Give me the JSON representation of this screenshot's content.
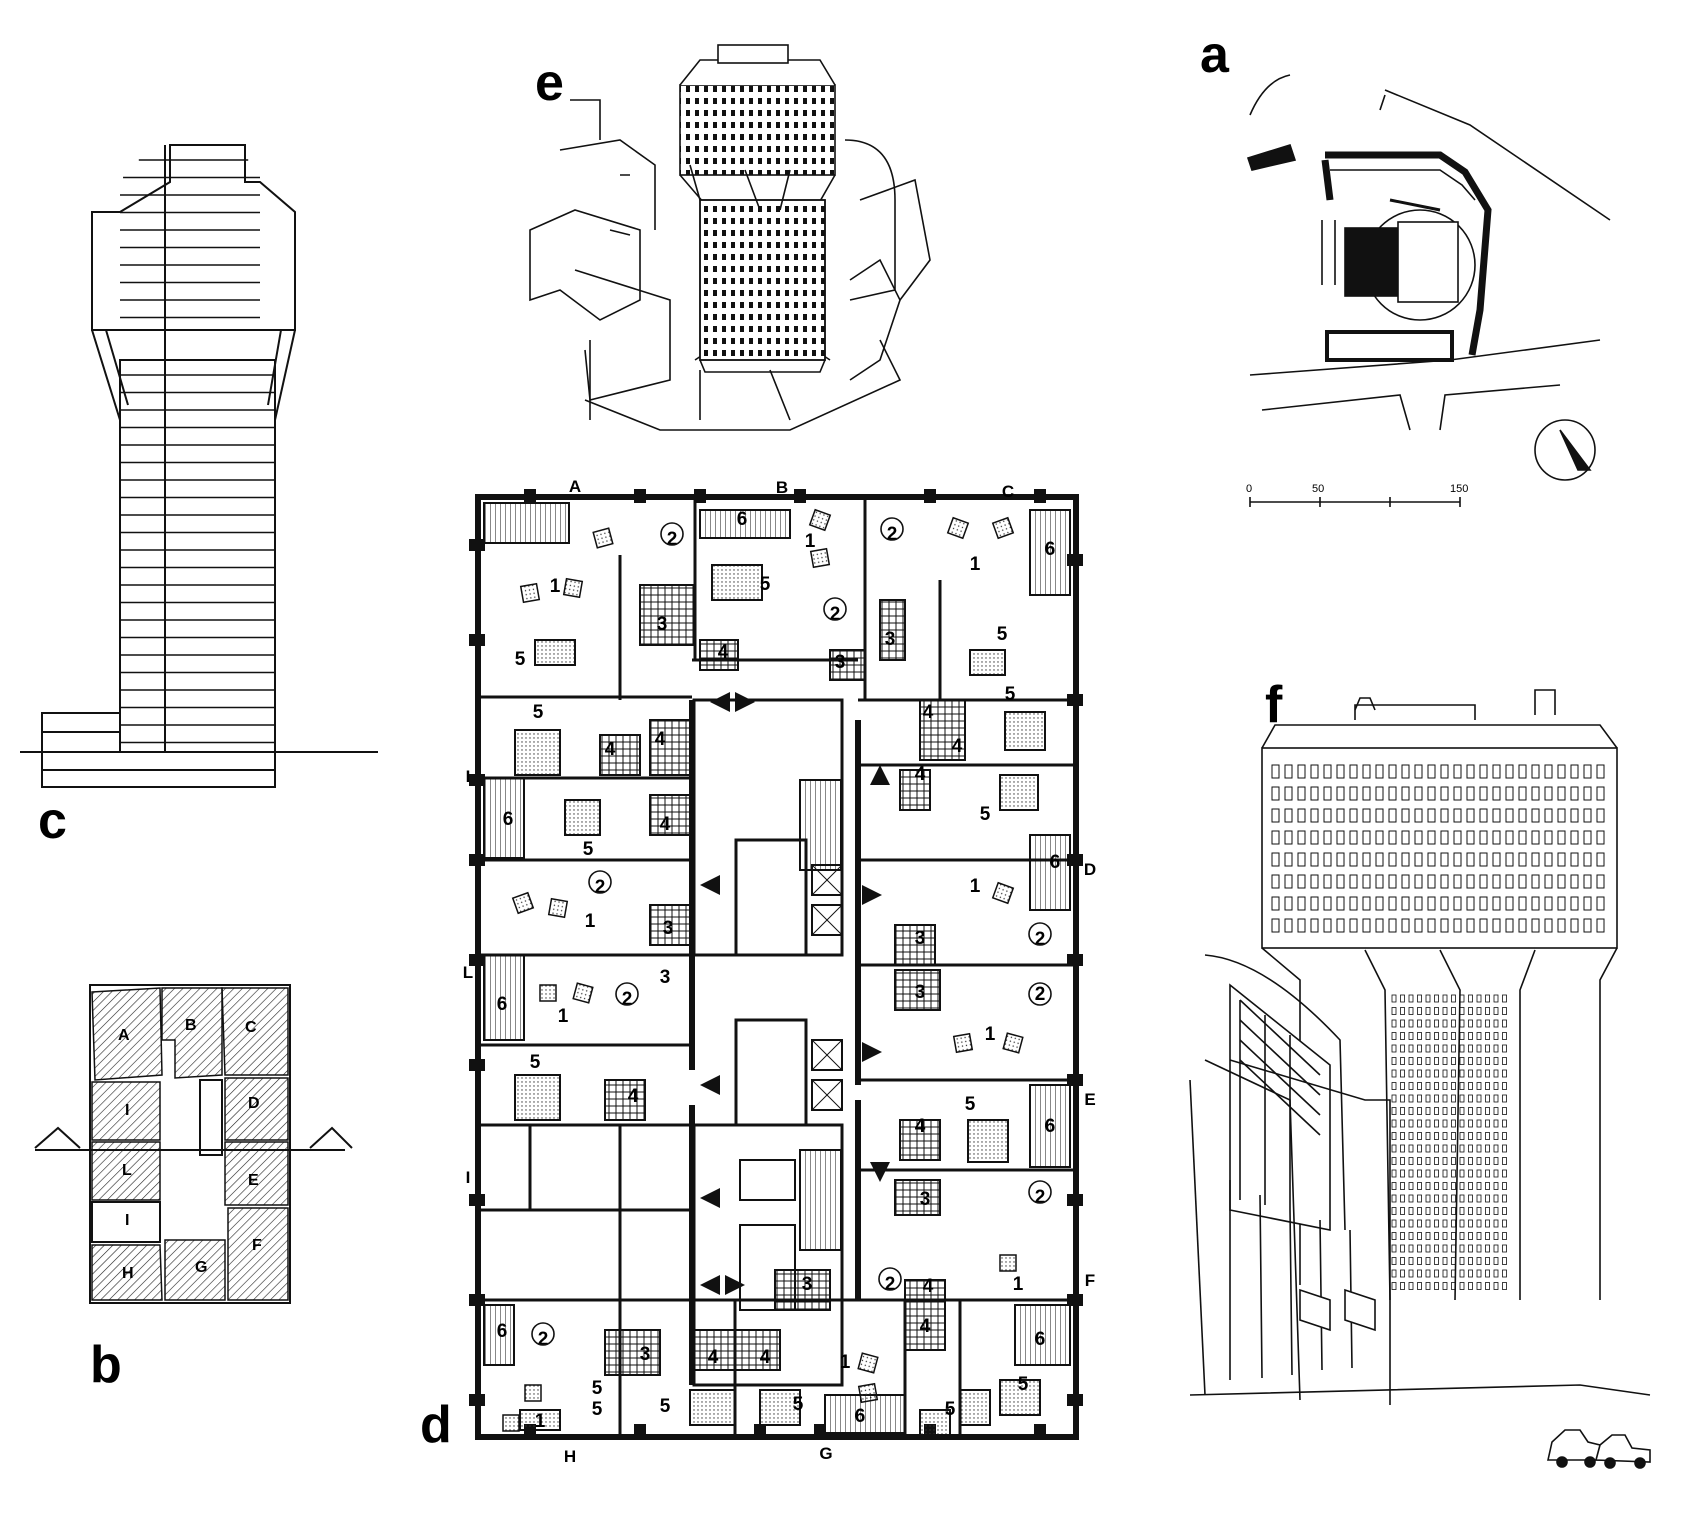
{
  "panels": {
    "a": {
      "letter": "a",
      "scale_ticks": [
        "0",
        "50",
        "150"
      ]
    },
    "b": {
      "letter": "b",
      "units": [
        "A",
        "B",
        "C",
        "I",
        "D",
        "L",
        "E",
        "I",
        "H",
        "G",
        "F"
      ]
    },
    "c": {
      "letter": "c"
    },
    "d": {
      "letter": "d",
      "orientation_labels": [
        "A",
        "B",
        "C",
        "D",
        "E",
        "F",
        "G",
        "H",
        "I",
        "L",
        "I"
      ]
    },
    "e": {
      "letter": "e"
    },
    "f": {
      "letter": "f"
    }
  },
  "room_numbers": {
    "n1": "1",
    "n2": "2",
    "n3": "3",
    "n4": "4",
    "n5": "5",
    "n6": "6"
  },
  "colors": {
    "ink": "#111111",
    "paper": "#ffffff",
    "hatch": "#222222"
  }
}
